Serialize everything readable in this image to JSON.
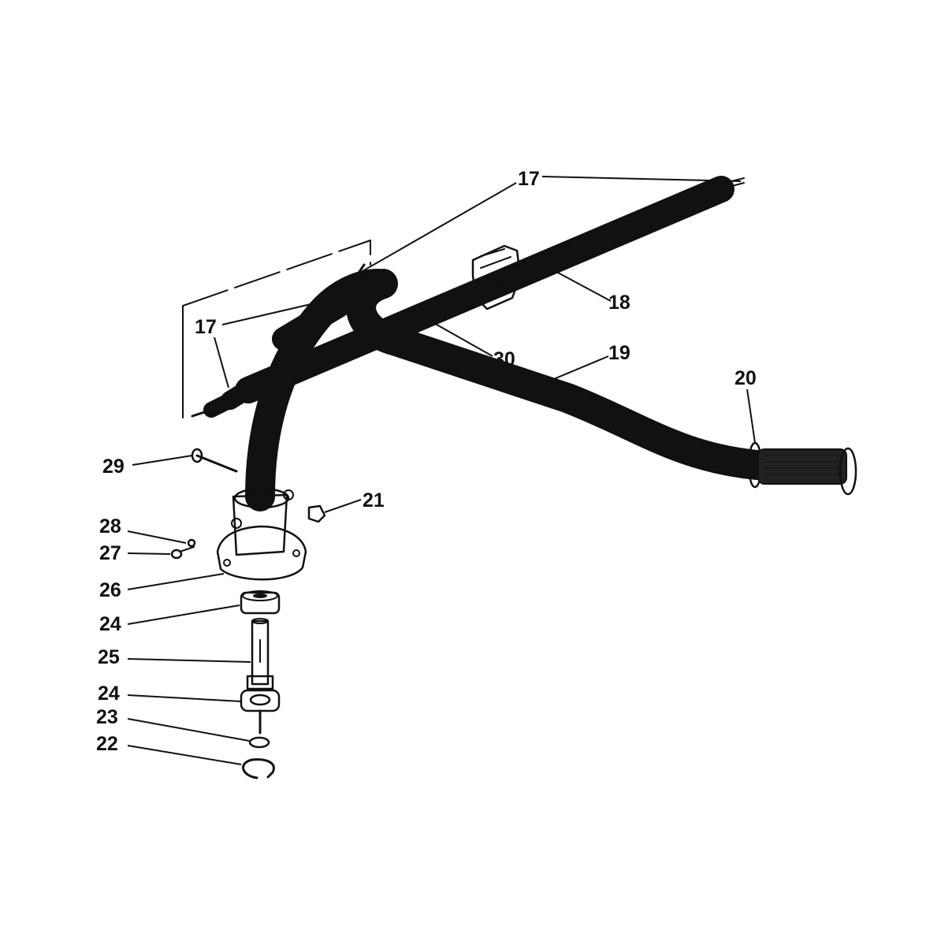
{
  "callouts": [
    {
      "id": "c17a",
      "text": "17"
    },
    {
      "id": "c17b",
      "text": "17"
    },
    {
      "id": "c18",
      "text": "18"
    },
    {
      "id": "c19",
      "text": "19"
    },
    {
      "id": "c20",
      "text": "20"
    },
    {
      "id": "c21",
      "text": "21"
    },
    {
      "id": "c22",
      "text": "22"
    },
    {
      "id": "c23",
      "text": "23"
    },
    {
      "id": "c24a",
      "text": "24"
    },
    {
      "id": "c24b",
      "text": "24"
    },
    {
      "id": "c25",
      "text": "25"
    },
    {
      "id": "c26",
      "text": "26"
    },
    {
      "id": "c27",
      "text": "27"
    },
    {
      "id": "c28",
      "text": "28"
    },
    {
      "id": "c29",
      "text": "29"
    },
    {
      "id": "c30",
      "text": "30"
    }
  ],
  "colors": {
    "ink": "#111111",
    "paper": "#ffffff"
  }
}
